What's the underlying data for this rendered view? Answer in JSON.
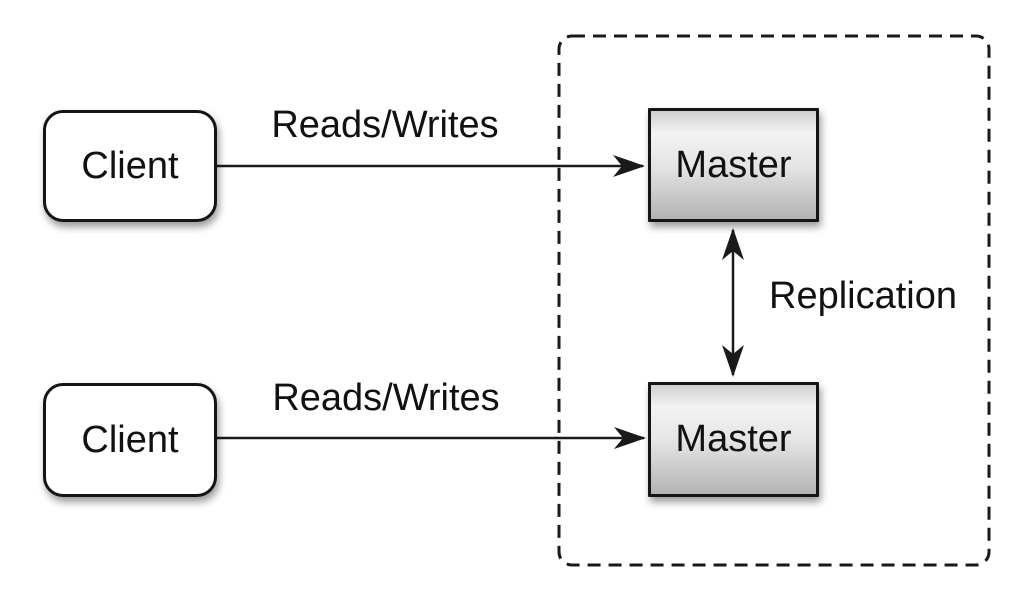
{
  "diagram": {
    "type": "architecture-diagram",
    "description_visible_text_only": true,
    "nodes": {
      "clients": [
        {
          "label": "Client"
        },
        {
          "label": "Client"
        }
      ],
      "masters": [
        {
          "label": "Master"
        },
        {
          "label": "Master"
        }
      ]
    },
    "edges": {
      "reads_writes_top": "Reads/Writes",
      "reads_writes_bottom": "Reads/Writes",
      "replication": "Replication"
    },
    "colors": {
      "background": "#ffffff",
      "ink": "#1a1a1a",
      "client_fill": "#ffffff",
      "master_fill_top": "#f3f3f3",
      "master_fill_bottom": "#b3b3b3",
      "border": "#151515"
    }
  }
}
